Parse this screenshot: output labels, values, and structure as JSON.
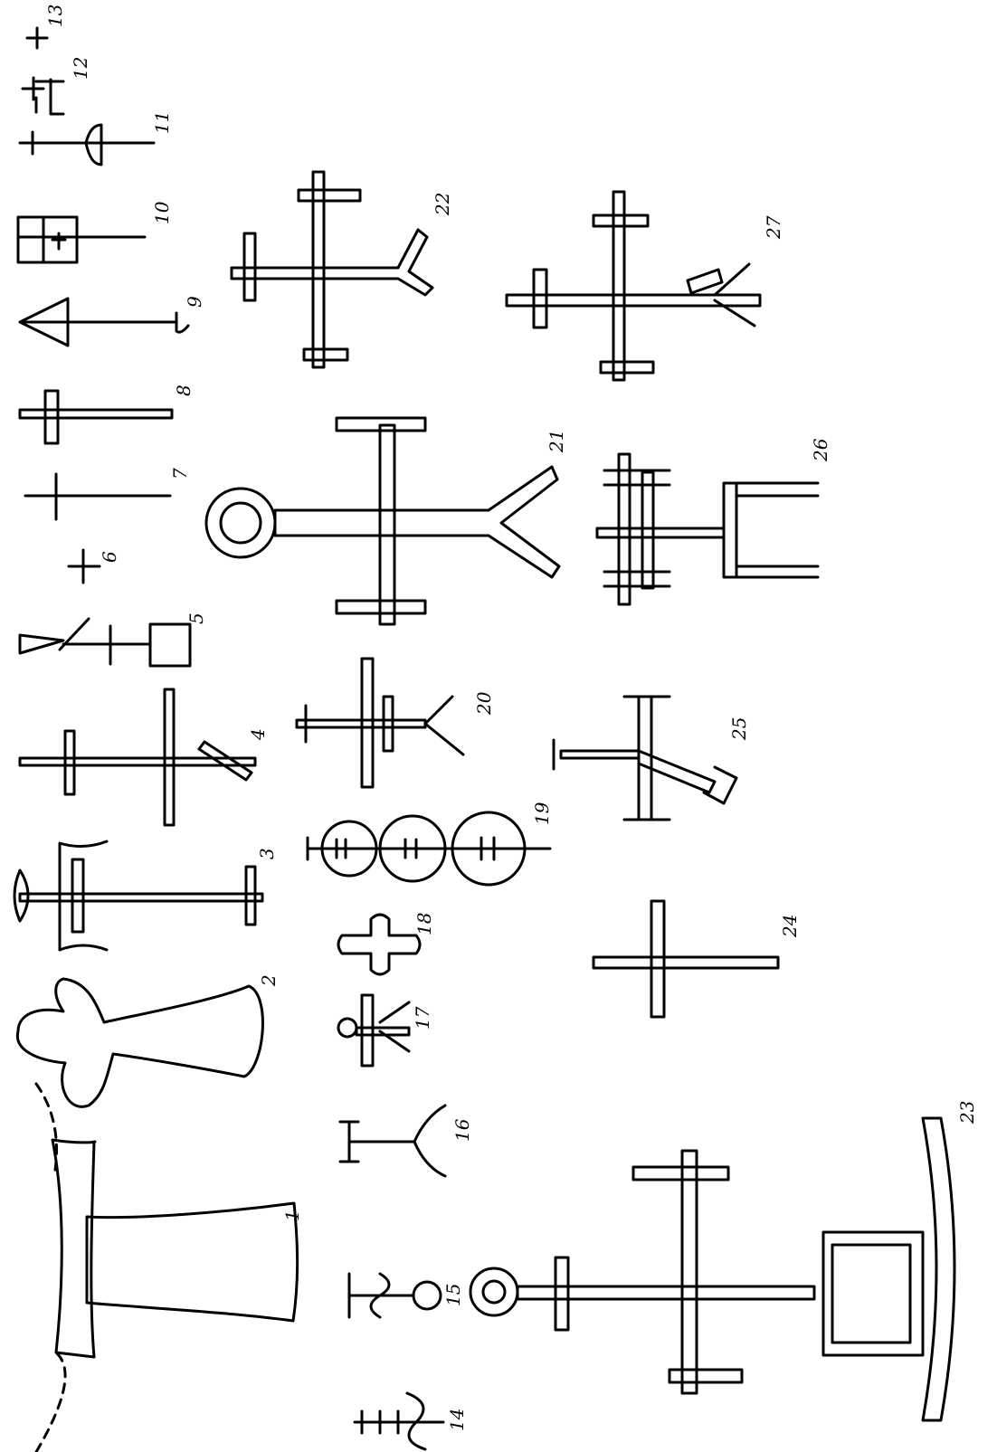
{
  "plate": {
    "figure_numbers": [
      "1",
      "2",
      "3",
      "4",
      "5",
      "6",
      "7",
      "8",
      "9",
      "10",
      "11",
      "12",
      "13",
      "14",
      "15",
      "16",
      "17",
      "18",
      "19",
      "20",
      "21",
      "22",
      "23",
      "24",
      "25",
      "26",
      "27"
    ]
  }
}
